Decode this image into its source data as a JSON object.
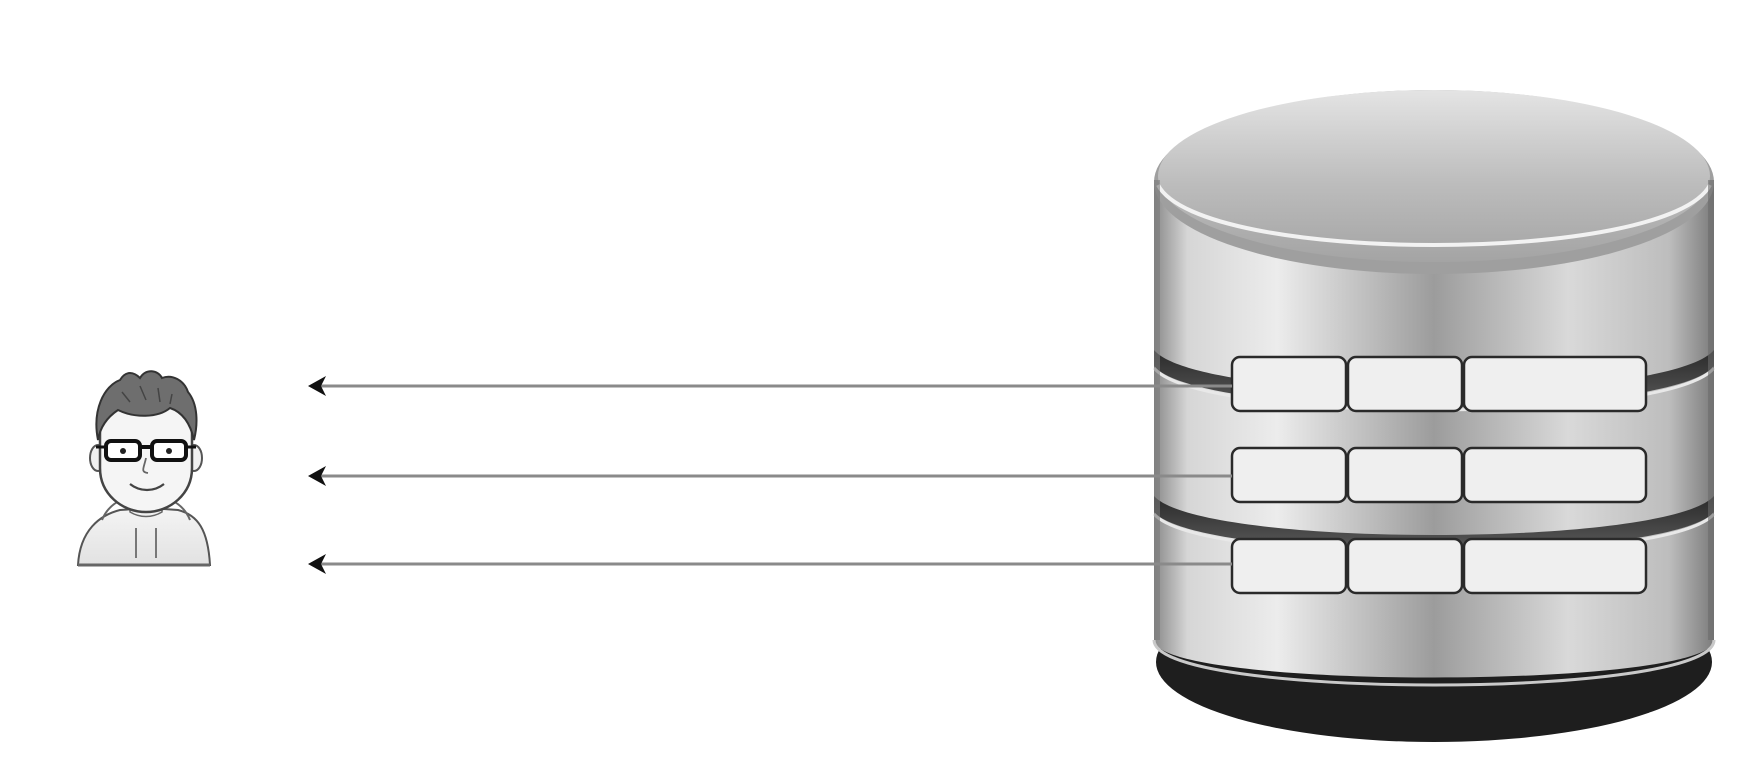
{
  "diagram": {
    "actor": {
      "icon": "developer-avatar-icon"
    },
    "database": {
      "icon": "database-cylinder-icon",
      "rows": [
        {
          "cells": 3
        },
        {
          "cells": 3
        },
        {
          "cells": 3
        }
      ]
    },
    "connections": [
      {
        "from": "database-row-1",
        "to": "user",
        "direction": "to-user"
      },
      {
        "from": "database-row-2",
        "to": "user",
        "direction": "to-user"
      },
      {
        "from": "database-row-3",
        "to": "user",
        "direction": "to-user"
      }
    ],
    "colors": {
      "line": "#8a8a8a",
      "arrowhead": "#111111",
      "cell_fill": "#efefef",
      "cell_stroke": "#2a2a2a",
      "cylinder_light": "#e6e6e6",
      "cylinder_mid": "#a9a9a9",
      "cylinder_dark": "#6f6f6f",
      "base_shadow": "#1e1e1e"
    }
  }
}
